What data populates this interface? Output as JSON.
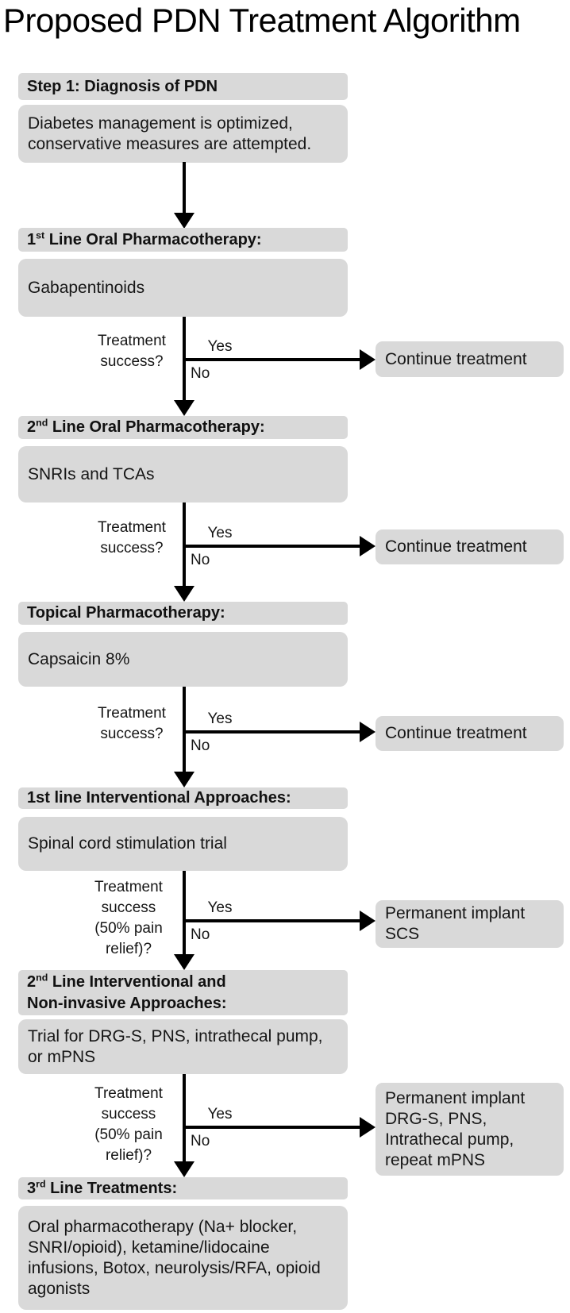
{
  "title": "Proposed PDN Treatment Algorithm",
  "colors": {
    "box_fill": "#d9d9d9",
    "line": "#000000",
    "text": "#1a1a1a"
  },
  "steps": [
    {
      "header": {
        "pre": "Step 1: Diagnosis of PDN",
        "sup": "",
        "rest": ""
      },
      "body": "Diabetes management is optimized,\nconservative measures are attempted."
    },
    {
      "header": {
        "pre": "1",
        "sup": "st",
        "rest": " Line Oral Pharmacotherapy:"
      },
      "body": "Gabapentinoids"
    },
    {
      "header": {
        "pre": "2",
        "sup": "nd",
        "rest": " Line Oral Pharmacotherapy:"
      },
      "body": "SNRIs and TCAs"
    },
    {
      "header": {
        "pre": "Topical Pharmacotherapy:",
        "sup": "",
        "rest": ""
      },
      "body": "Capsaicin 8%"
    },
    {
      "header": {
        "pre": "1st line Interventional Approaches:",
        "sup": "",
        "rest": ""
      },
      "body": "Spinal cord stimulation trial"
    },
    {
      "header": {
        "pre": "2",
        "sup": "nd",
        "rest": " Line Interventional and\nNon-invasive Approaches:"
      },
      "body": "Trial for DRG-S, PNS, intrathecal pump,\nor mPNS"
    },
    {
      "header": {
        "pre": "3",
        "sup": "rd",
        "rest": " Line Treatments:"
      },
      "body": "Oral pharmacotherapy (Na+ blocker,\nSNRI/opioid), ketamine/lidocaine\ninfusions, Botox, neurolysis/RFA, opioid\nagonists"
    }
  ],
  "decisions": [
    {
      "question": "Treatment\nsuccess?",
      "yes_label": "Yes",
      "no_label": "No",
      "outcome": "Continue treatment"
    },
    {
      "question": "Treatment\nsuccess?",
      "yes_label": "Yes",
      "no_label": "No",
      "outcome": "Continue treatment"
    },
    {
      "question": "Treatment\nsuccess?",
      "yes_label": "Yes",
      "no_label": "No",
      "outcome": "Continue treatment"
    },
    {
      "question": "Treatment\nsuccess\n(50% pain\nrelief)?",
      "yes_label": "Yes",
      "no_label": "No",
      "outcome": "Permanent implant\nSCS"
    },
    {
      "question": "Treatment\nsuccess\n(50% pain\nrelief)?",
      "yes_label": "Yes",
      "no_label": "No",
      "outcome": "Permanent implant\nDRG-S, PNS,\nIntrathecal pump,\nrepeat mPNS"
    }
  ]
}
